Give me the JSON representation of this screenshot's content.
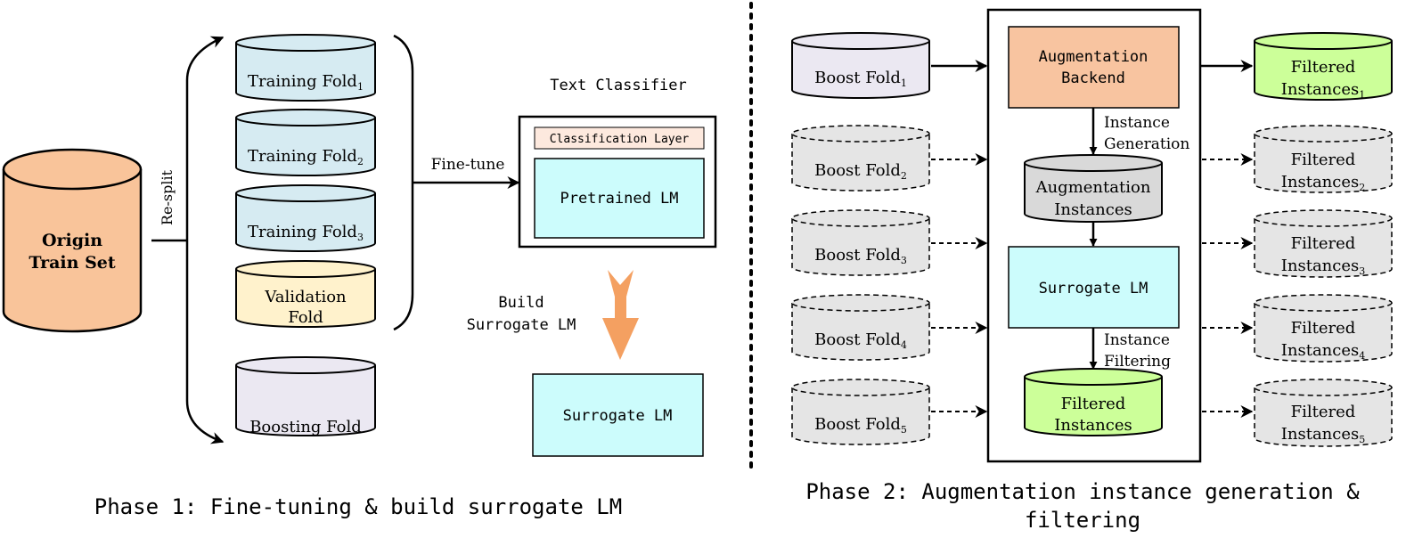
{
  "colors": {
    "origin": "#f9c49a",
    "training": "#d6ebf2",
    "validation": "#fff2cc",
    "boosting": "#ebe8f2",
    "boost_fold": "#ebe8f2",
    "boost_fold_dim": "#e5e5e5",
    "augmentation_backend": "#f8c4a0",
    "augmentation_instances": "#d9d9d9",
    "surrogate": "#ccfcfc",
    "pretrained": "#ccfcfc",
    "classification_layer": "#fde9de",
    "filtered": "#ccff99",
    "big_arrow": "#f4a061"
  },
  "phase1": {
    "origin": {
      "line1": "Origin",
      "line2": "Train Set"
    },
    "resplit_label": "Re-split",
    "folds": [
      {
        "text": "Training Fold",
        "sub": "1"
      },
      {
        "text": "Training Fold",
        "sub": "2"
      },
      {
        "text": "Training Fold",
        "sub": "3"
      }
    ],
    "validation": {
      "line1": "Validation",
      "line2": "Fold"
    },
    "boosting_label": "Boosting Fold",
    "finetune_label": "Fine-tune",
    "text_classifier_label": "Text Classifier",
    "classification_layer_label": "Classification Layer",
    "pretrained_label": "Pretrained LM",
    "build_surrogate": {
      "line1": "Build",
      "line2": "Surrogate LM"
    },
    "surrogate_label": "Surrogate LM",
    "caption": "Phase 1: Fine-tuning & build surrogate LM"
  },
  "phase2": {
    "boost_folds": [
      {
        "text": "Boost Fold",
        "sub": "1"
      },
      {
        "text": "Boost Fold",
        "sub": "2"
      },
      {
        "text": "Boost Fold",
        "sub": "3"
      },
      {
        "text": "Boost Fold",
        "sub": "4"
      },
      {
        "text": "Boost Fold",
        "sub": "5"
      }
    ],
    "augmentation_backend": {
      "line1": "Augmentation",
      "line2": "Backend"
    },
    "instance_generation": {
      "line1": "Instance",
      "line2": "Generation"
    },
    "augmentation_instances": {
      "line1": "Augmentation",
      "line2": "Instances"
    },
    "surrogate_label": "Surrogate LM",
    "instance_filtering": {
      "line1": "Instance",
      "line2": "Filtering"
    },
    "filtered_instances": {
      "line1": "Filtered",
      "line2": "Instances"
    },
    "outputs": [
      {
        "line1": "Filtered",
        "line2": "Instances",
        "sub": "1"
      },
      {
        "line1": "Filtered",
        "line2": "Instances",
        "sub": "2"
      },
      {
        "line1": "Filtered",
        "line2": "Instances",
        "sub": "3"
      },
      {
        "line1": "Filtered",
        "line2": "Instances",
        "sub": "4"
      },
      {
        "line1": "Filtered",
        "line2": "Instances",
        "sub": "5"
      }
    ],
    "caption": {
      "line1": "Phase 2: Augmentation instance generation &",
      "line2": "filtering"
    }
  }
}
